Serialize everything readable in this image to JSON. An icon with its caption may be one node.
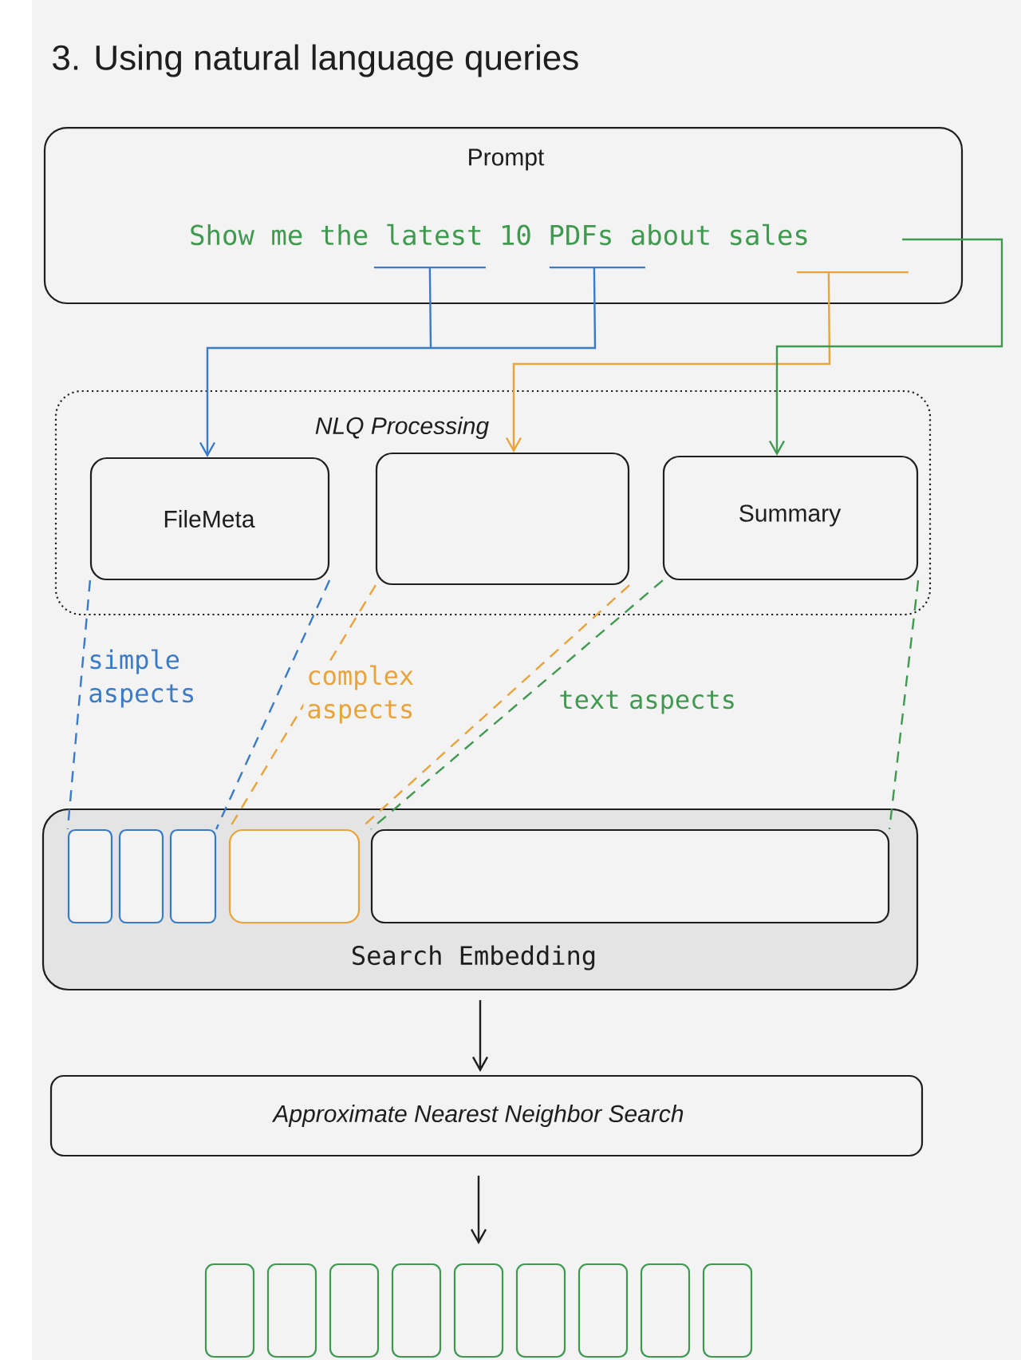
{
  "diagram": {
    "title": "3. Using natural language queries",
    "nodes": [
      {
        "text": [
          "Prompt",
          "Show me the latest 10 PDFs about sales"
        ]
      },
      {
        "text": [
          "NLQ Processing"
        ]
      },
      {
        "text": [
          "FileMeta"
        ],
        "in": 1
      },
      {
        "text": [],
        "shape": "box",
        "in": 1
      },
      {
        "text": [
          "Summary"
        ],
        "in": 1
      },
      {
        "text": [
          "Search Embedding"
        ]
      },
      {
        "text": [],
        "shape": "box",
        "in": 5
      },
      {
        "text": [],
        "shape": "box",
        "in": 5
      },
      {
        "text": [],
        "shape": "box",
        "in": 5
      },
      {
        "text": [],
        "shape": "box",
        "in": 5
      },
      {
        "text": [],
        "shape": "box",
        "in": 5
      },
      {
        "text": [
          "Approximate Nearest Neighbor Search"
        ]
      },
      {
        "text": [],
        "shape": "box"
      },
      {
        "text": [],
        "shape": "box"
      },
      {
        "text": [],
        "shape": "box"
      },
      {
        "text": [],
        "shape": "box"
      },
      {
        "text": [],
        "shape": "box"
      },
      {
        "text": [],
        "shape": "box"
      },
      {
        "text": [],
        "shape": "box"
      },
      {
        "text": [],
        "shape": "box"
      },
      {
        "text": [],
        "shape": "box"
      }
    ],
    "edges": [
      {
        "from": 0,
        "to": 2,
        "arrow": "to",
        "color": "#3a7bc8"
      },
      {
        "from": 0,
        "to": 3,
        "arrow": "to",
        "color": "#e8a33a"
      },
      {
        "from": 0,
        "to": 4,
        "arrow": "to",
        "color": "#3f9a4f"
      },
      {
        "from": 2,
        "to": 6,
        "arrow": "none",
        "style": "dashed",
        "color": "#3a7bc8"
      },
      {
        "from": 2,
        "to": 8,
        "arrow": "none",
        "style": "dashed",
        "color": "#3a7bc8"
      },
      {
        "from": 3,
        "to": 9,
        "arrow": "none",
        "style": "dashed",
        "color": "#e8a33a"
      },
      {
        "from": 3,
        "to": 9,
        "arrow": "none",
        "style": "dashed",
        "color": "#e8a33a"
      },
      {
        "from": 4,
        "to": 10,
        "arrow": "none",
        "style": "dashed",
        "color": "#3f9a4f"
      },
      {
        "from": 4,
        "to": 10,
        "arrow": "none",
        "style": "dashed",
        "color": "#3f9a4f"
      },
      {
        "from": 5,
        "to": 11,
        "arrow": "to",
        "color": "#1e1e1e"
      },
      {
        "from": 11,
        "to": 16,
        "arrow": "to",
        "color": "#1e1e1e"
      }
    ],
    "labels": [
      "simple aspects",
      "complex aspects",
      "text aspects"
    ]
  }
}
